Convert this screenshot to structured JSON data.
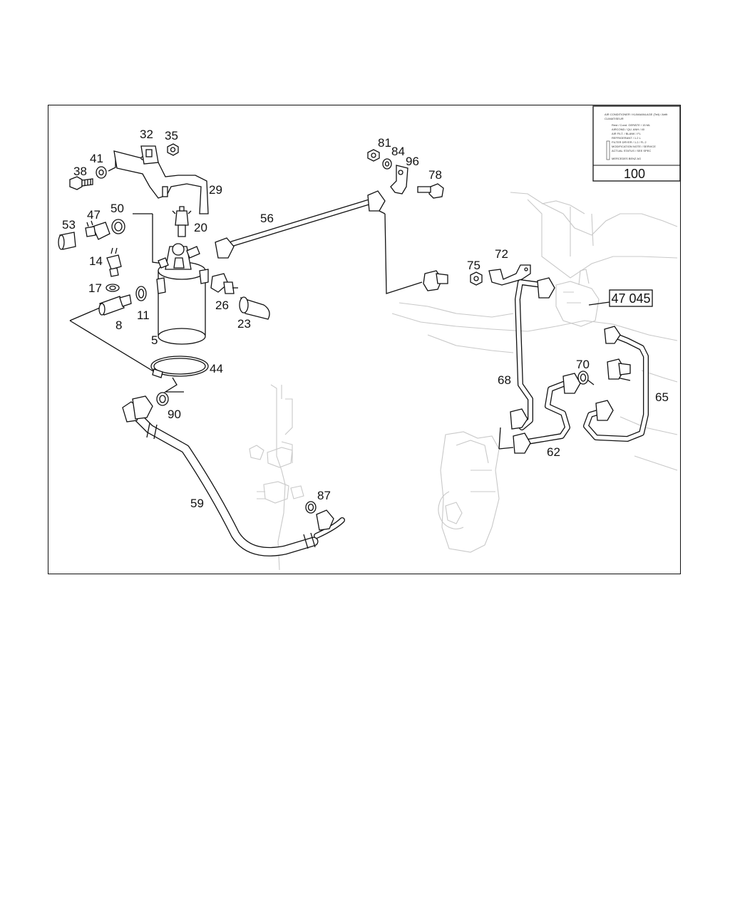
{
  "diagram": {
    "reference_box": "47 045",
    "legend_number": "100",
    "legend_text": [
      "AIR CONDITIONER / KLIMAANLAGE (Teil) / Airfit",
      "CLIMATISEUR",
      "Rest / Cond. GERÄTE / 15 ML",
      "AIRCOND / QU. ANH / 40",
      "AIR FILT. / BLANK / FL",
      "REFRIGERANT / 1.2 L",
      "FILTER DRYER / 1.2 / FL 2",
      "MODIFICATION NOTE / SERVICE",
      "ACTUAL STATUS / SEE SPEC",
      "MERCEDES BENZ AG"
    ],
    "part_labels": [
      "32",
      "35",
      "41",
      "38",
      "29",
      "20",
      "50",
      "47",
      "53",
      "14",
      "17",
      "11",
      "8",
      "5",
      "26",
      "23",
      "44",
      "90",
      "56",
      "81",
      "84",
      "96",
      "78",
      "75",
      "72",
      "68",
      "70",
      "65",
      "62",
      "59",
      "87"
    ]
  },
  "colors": {
    "line": "#111111",
    "ghost": "#c8c8c8",
    "background": "#ffffff"
  }
}
